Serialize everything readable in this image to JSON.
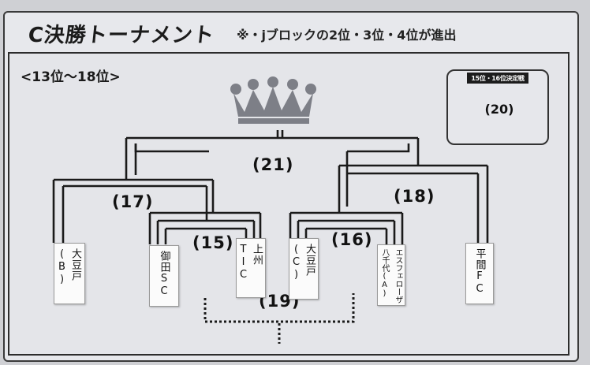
{
  "header": {
    "title": "C決勝トーナメント",
    "note": "※・jブロックの2位・3位・4位が進出"
  },
  "range_label": "<13位～18位>",
  "side_match": {
    "title": "15位・16位決定戦",
    "number": "(20)"
  },
  "matches": {
    "m15": "(15)",
    "m16": "(16)",
    "m17": "(17)",
    "m18": "(18)",
    "m19": "(19)",
    "m21": "(21)"
  },
  "teams": {
    "t1": "大豆戸(B)",
    "t2": "御田SC",
    "t3": "上州TIC",
    "t4": "大豆戸(C)",
    "t5_line1": "エスフェローザ",
    "t5_line2": "八千代(A)",
    "t6": "平間FC"
  },
  "colors": {
    "crown": "#7d7f87",
    "ink": "#1a1a1a",
    "board": "#e7e8ec"
  }
}
